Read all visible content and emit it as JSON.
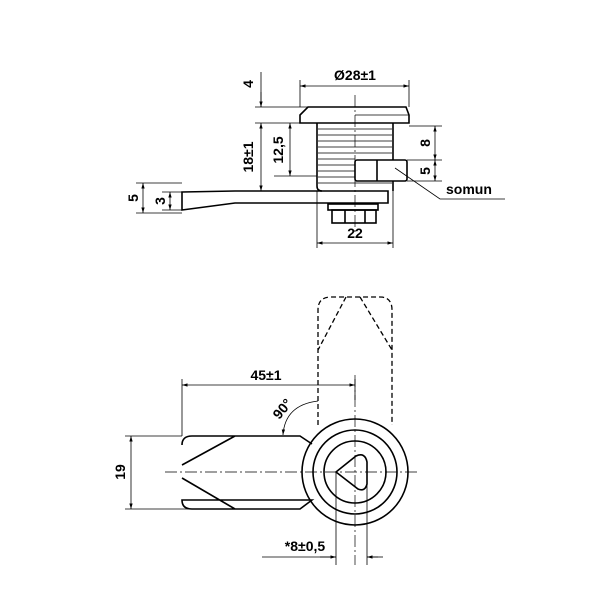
{
  "top_view": {
    "flange_diameter": "Ø28±1",
    "flange_height": "4",
    "total_height": "18±1",
    "thread_length": "12,5",
    "upper_offset": "8",
    "nut_height": "5",
    "nut_label": "somun",
    "lever_height": "5",
    "lever_thickness": "3",
    "body_width": "22"
  },
  "bottom_view": {
    "lever_length": "45±1",
    "rotation_angle": "90°",
    "lever_width": "19",
    "key_size": "*8±0,5"
  }
}
